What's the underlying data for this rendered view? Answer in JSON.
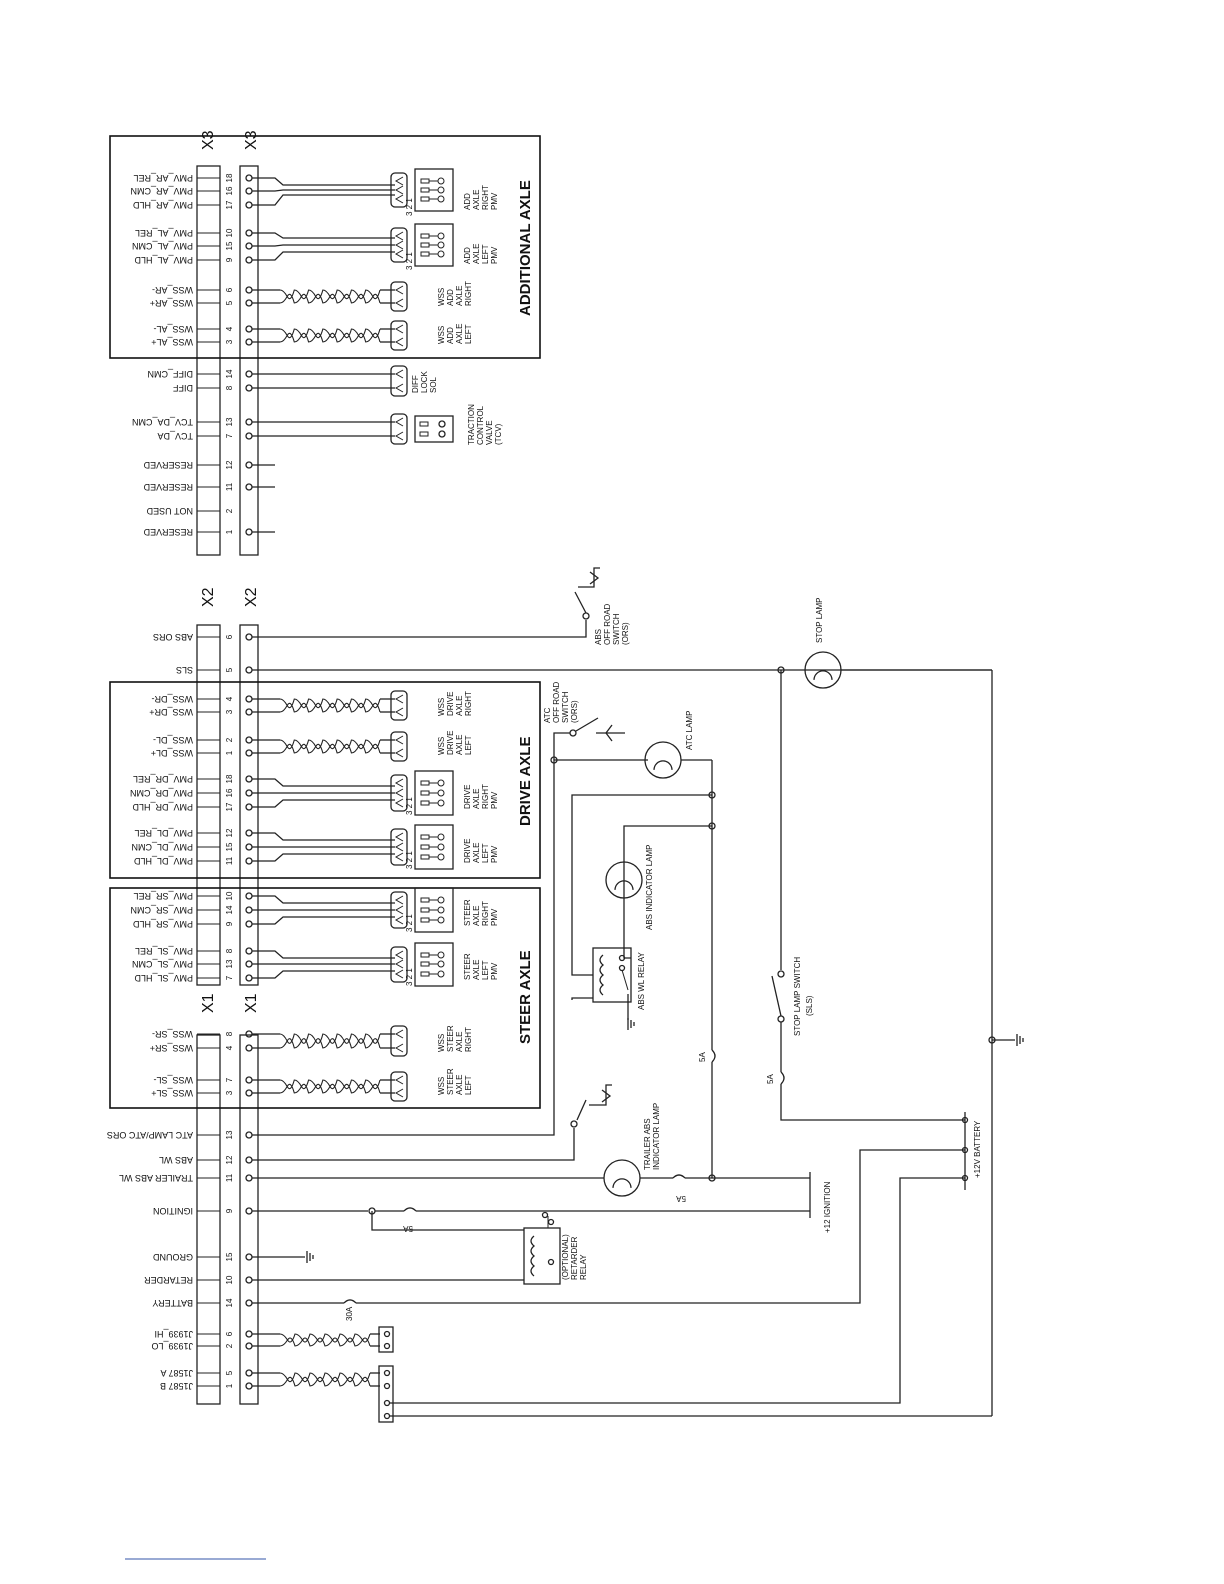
{
  "connectors": {
    "X3": {
      "label": "X3",
      "pins": [
        {
          "signal": "PMV_AR_REL",
          "pin": "18"
        },
        {
          "signal": "PMV_AR_CMN",
          "pin": "16"
        },
        {
          "signal": "PMV_AR_HLD",
          "pin": "17"
        },
        {
          "signal": "PMV_AL_REL",
          "pin": "10"
        },
        {
          "signal": "PMV_AL_CMN",
          "pin": "15"
        },
        {
          "signal": "PMV_AL_HLD",
          "pin": "9"
        },
        {
          "signal": "WSS_AR-",
          "pin": "6"
        },
        {
          "signal": "WSS_AR+",
          "pin": "5"
        },
        {
          "signal": "WSS_AL-",
          "pin": "4"
        },
        {
          "signal": "WSS_AL+",
          "pin": "3"
        },
        {
          "signal": "DIFF_CMN",
          "pin": "14"
        },
        {
          "signal": "DIFF",
          "pin": "8"
        },
        {
          "signal": "TCV_DA_CMN",
          "pin": "13"
        },
        {
          "signal": "TCV_DA",
          "pin": "7"
        },
        {
          "signal": "RESERVED",
          "pin": "12"
        },
        {
          "signal": "RESERVED",
          "pin": "11"
        },
        {
          "signal": "NOT USED",
          "pin": "2"
        },
        {
          "signal": "RESERVED",
          "pin": "1"
        }
      ]
    },
    "X2": {
      "label": "X2",
      "pins": [
        {
          "signal": "ABS ORS",
          "pin": "6"
        },
        {
          "signal": "SLS",
          "pin": "5"
        },
        {
          "signal": "WSS_DR-",
          "pin": "4"
        },
        {
          "signal": "WSS_DR+",
          "pin": "3"
        },
        {
          "signal": "WSS_DL-",
          "pin": "2"
        },
        {
          "signal": "WSS_DL+",
          "pin": "1"
        },
        {
          "signal": "PMV_DR_REL",
          "pin": "18"
        },
        {
          "signal": "PMV_DR_CMN",
          "pin": "16"
        },
        {
          "signal": "PMV_DR_HLD",
          "pin": "17"
        },
        {
          "signal": "PMV_DL_REL",
          "pin": "12"
        },
        {
          "signal": "PMV_DL_CMN",
          "pin": "15"
        },
        {
          "signal": "PMV_DL_HLD",
          "pin": "11"
        },
        {
          "signal": "PMV_SR_REL",
          "pin": "10"
        },
        {
          "signal": "PMV_SR_CMN",
          "pin": "14"
        },
        {
          "signal": "PMV_SR_HLD",
          "pin": "9"
        },
        {
          "signal": "PMV_SL_REL",
          "pin": "8"
        },
        {
          "signal": "PMV_SL_CMN",
          "pin": "13"
        },
        {
          "signal": "PMV_SL_HLD",
          "pin": "7"
        }
      ]
    },
    "X1": {
      "label": "X1",
      "pins": [
        {
          "signal": "WSS_SR-",
          "pin": "8"
        },
        {
          "signal": "WSS_SR+",
          "pin": "4"
        },
        {
          "signal": "WSS_SL-",
          "pin": "7"
        },
        {
          "signal": "WSS_SL+",
          "pin": "3"
        },
        {
          "signal": "ATC LAMP/ATC ORS",
          "pin": "13"
        },
        {
          "signal": "ABS WL",
          "pin": "12"
        },
        {
          "signal": "TRAILER ABS WL",
          "pin": "11"
        },
        {
          "signal": "IGNITION",
          "pin": "9"
        },
        {
          "signal": "GROUND",
          "pin": "15"
        },
        {
          "signal": "RETARDER",
          "pin": "10"
        },
        {
          "signal": "BATTERY",
          "pin": "14"
        },
        {
          "signal": "J1939_HI",
          "pin": "6"
        },
        {
          "signal": "J1939_LO",
          "pin": "2"
        },
        {
          "signal": "J1587 A",
          "pin": "5"
        },
        {
          "signal": "J1587 B",
          "pin": "1"
        }
      ]
    }
  },
  "sections": {
    "additional_axle": "ADDITIONAL AXLE",
    "drive_axle": "DRIVE AXLE",
    "steer_axle": "STEER AXLE"
  },
  "devices": {
    "pmv_ar": [
      "ADD",
      "AXLE",
      "RIGHT",
      "PMV"
    ],
    "pmv_al": [
      "ADD",
      "AXLE",
      "LEFT",
      "PMV"
    ],
    "wss_ar": [
      "WSS",
      "ADD",
      "AXLE",
      "RIGHT"
    ],
    "wss_al": [
      "WSS",
      "ADD",
      "AXLE",
      "LEFT"
    ],
    "diff": [
      "DIFF",
      "LOCK",
      "SOL"
    ],
    "tcv": [
      "TRACTION",
      "CONTROL",
      "VALVE",
      "(TCV)"
    ],
    "wss_dr": [
      "WSS",
      "DRIVE",
      "AXLE",
      "RIGHT"
    ],
    "wss_dl": [
      "WSS",
      "DRIVE",
      "AXLE",
      "LEFT"
    ],
    "pmv_dr": [
      "DRIVE",
      "AXLE",
      "RIGHT",
      "PMV"
    ],
    "pmv_dl": [
      "DRIVE",
      "AXLE",
      "LEFT",
      "PMV"
    ],
    "pmv_sr": [
      "STEER",
      "AXLE",
      "RIGHT",
      "PMV"
    ],
    "pmv_sl": [
      "STEER",
      "AXLE",
      "LEFT",
      "PMV"
    ],
    "wss_sr": [
      "WSS",
      "STEER",
      "AXLE",
      "RIGHT"
    ],
    "wss_sl": [
      "WSS",
      "STEER",
      "AXLE",
      "LEFT"
    ],
    "abs_ors": [
      "ABS",
      "OFF ROAD",
      "SWITCH",
      "(ORS)"
    ],
    "atc_ors": [
      "ATC",
      "OFF ROAD",
      "SWITCH",
      "(ORS)"
    ],
    "stop_lamp": "STOP LAMP",
    "atc_lamp": "ATC LAMP",
    "abs_indicator_lamp": "ABS INDICATOR LAMP",
    "abs_wl_relay": "ABS WL RELAY",
    "stop_lamp_switch": [
      "STOP LAMP SWITCH",
      "(SLS)"
    ],
    "trailer_lamp": [
      "TRAILER ABS",
      "INDICATOR LAMP"
    ],
    "retarder_relay": [
      "(OPTIONAL)",
      "RETARDER",
      "RELAY"
    ],
    "ignition": "+12 IGNITION",
    "battery": "+12V BATTERY",
    "pmv_pins": "3 2 1"
  },
  "fuses": {
    "f1": "5A",
    "f2": "5A",
    "f3": "5A",
    "f4": "5A",
    "f5": "30A"
  }
}
